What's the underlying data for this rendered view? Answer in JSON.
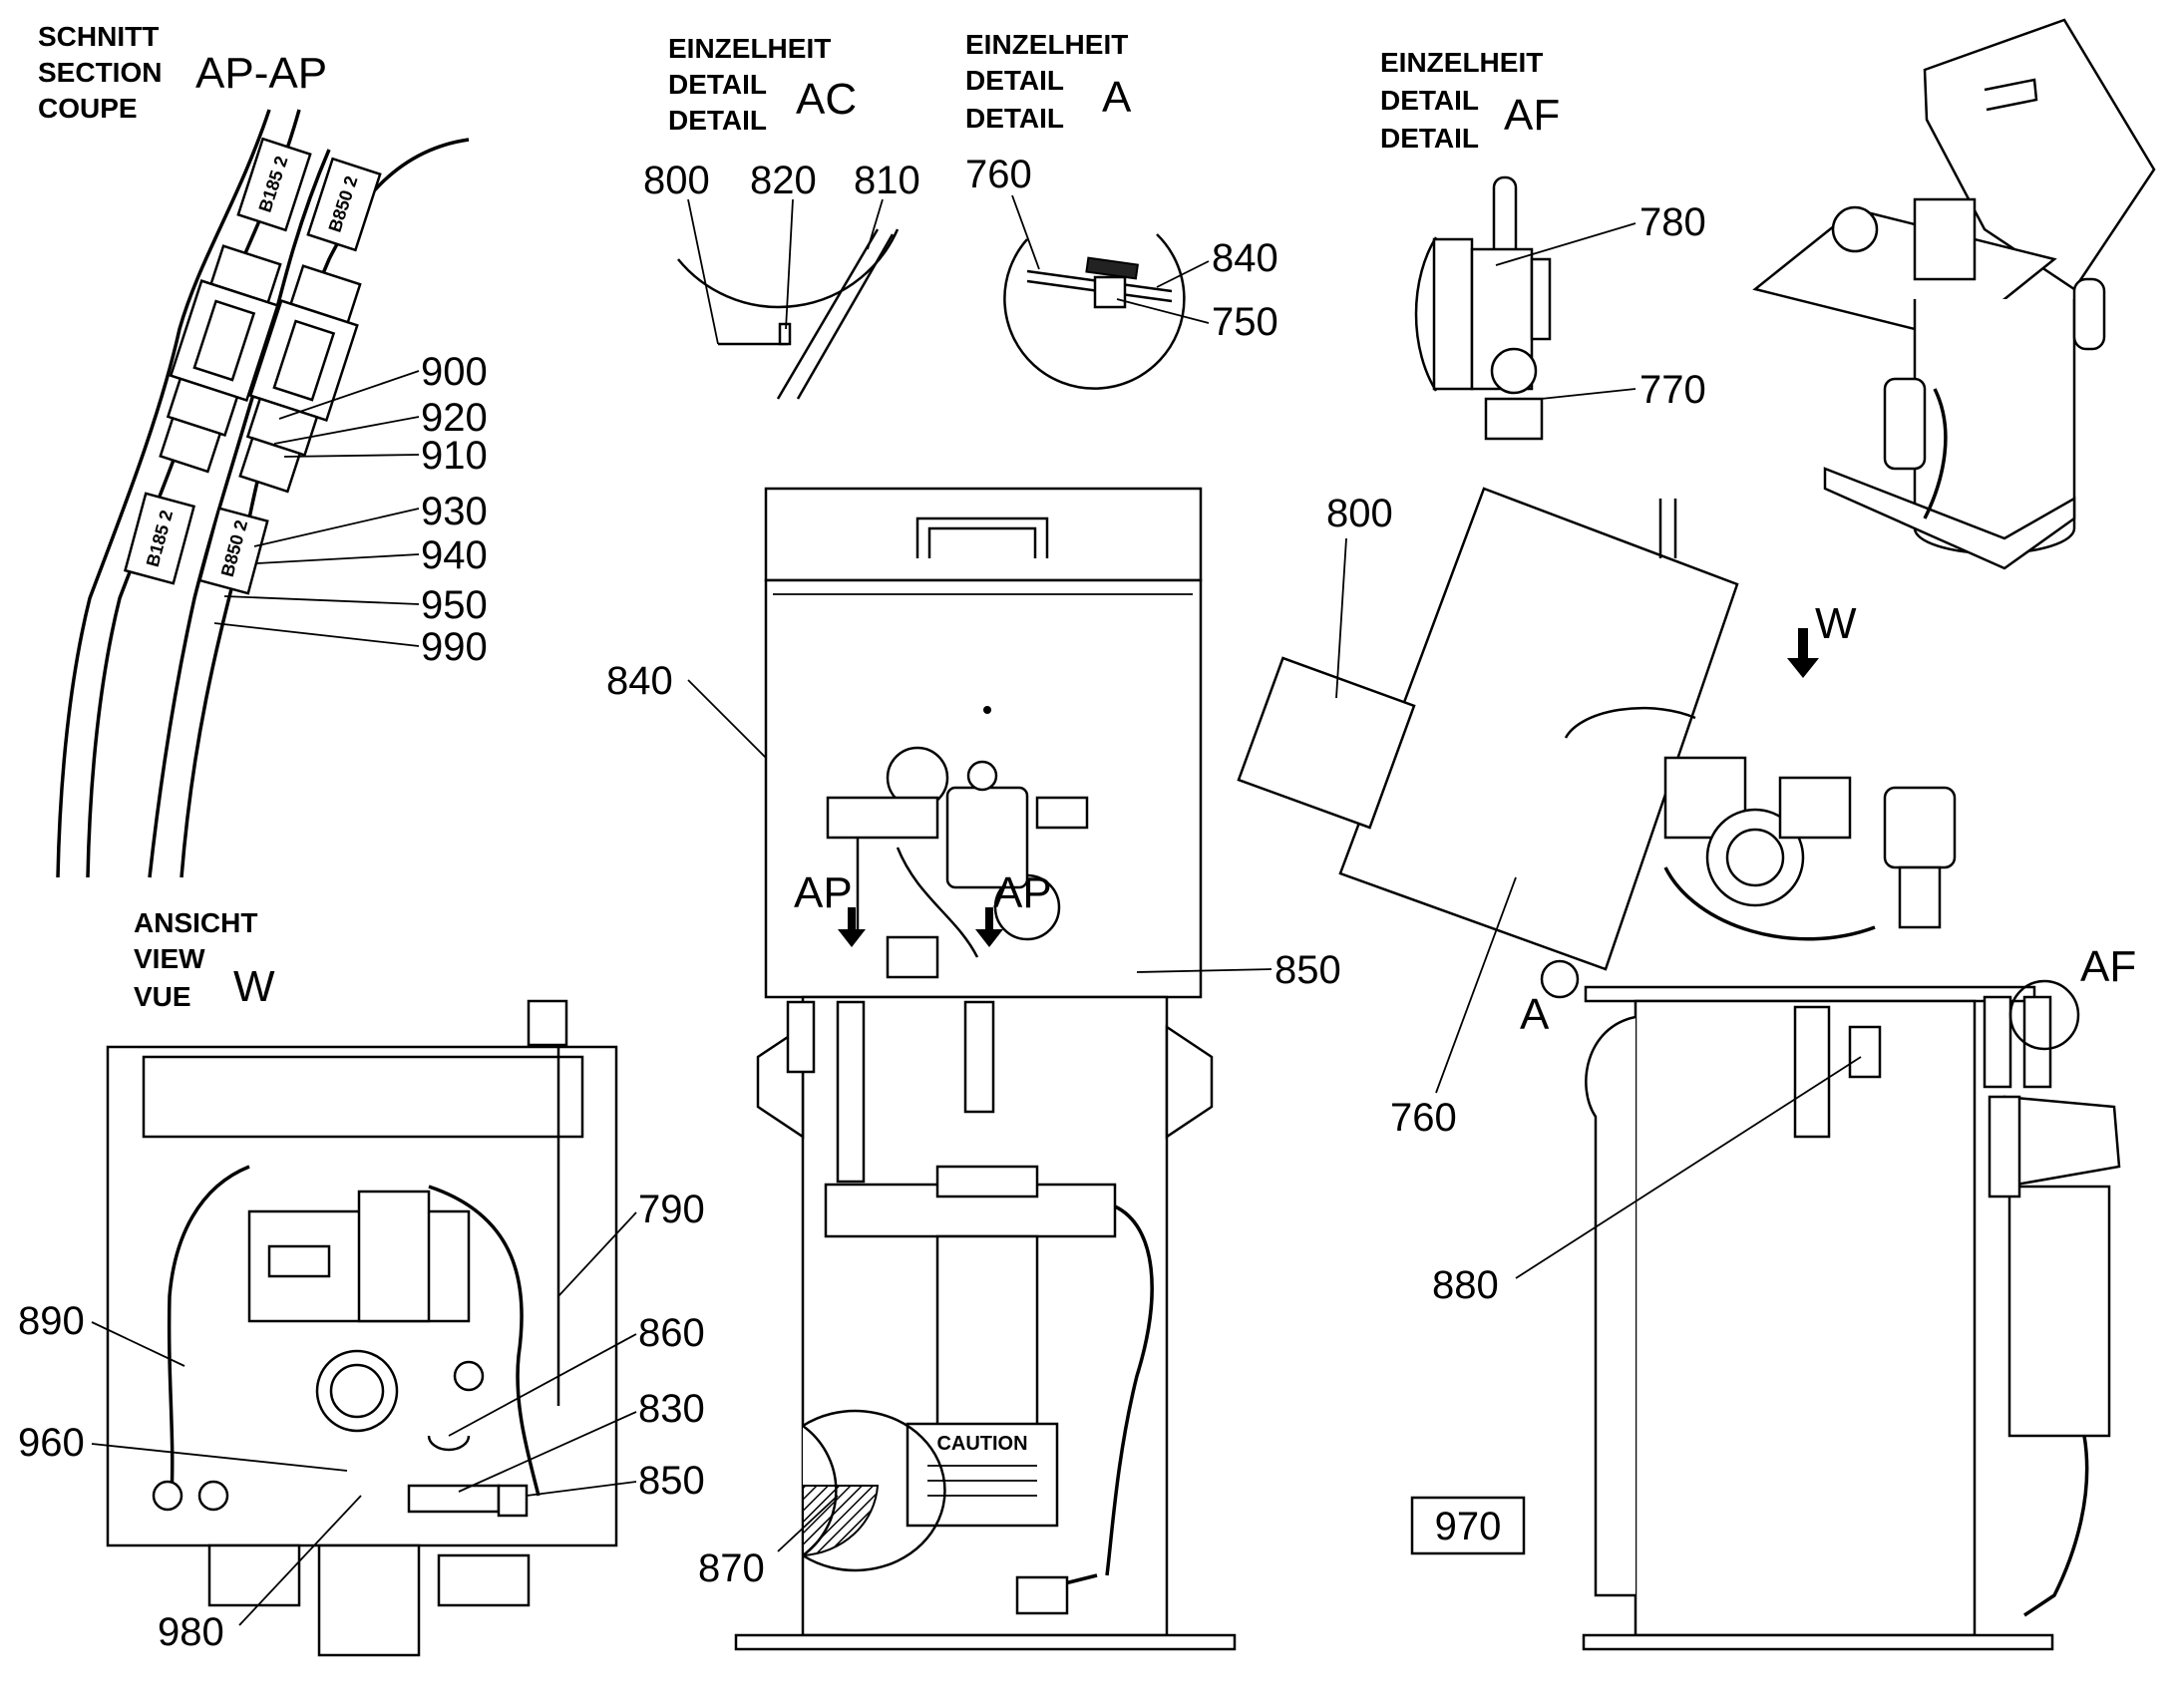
{
  "section_ap": {
    "l1": "SCHNITT",
    "l2": "SECTION",
    "l3": "COUPE",
    "id": "AP-AP"
  },
  "detail_ac": {
    "l1": "EINZELHEIT",
    "l2": "DETAIL",
    "l3": "DETAIL",
    "id": "AC"
  },
  "detail_a": {
    "l1": "EINZELHEIT",
    "l2": "DETAIL",
    "l3": "DETAIL",
    "id": "A"
  },
  "detail_af": {
    "l1": "EINZELHEIT",
    "l2": "DETAIL",
    "l3": "DETAIL",
    "id": "AF"
  },
  "view_w": {
    "l1": "ANSICHT",
    "l2": "VIEW",
    "l3": "VUE",
    "id": "W"
  },
  "tags": {
    "b185": "B185 2",
    "b850": "B850 2"
  },
  "markers": {
    "ap_left": "AP",
    "ap_right": "AP",
    "w": "W",
    "a": "A",
    "af": "AF"
  },
  "caution_text": "CAUTION",
  "callouts": {
    "c900": "900",
    "c920": "920",
    "c910": "910",
    "c930": "930",
    "c940": "940",
    "c950": "950",
    "c990": "990",
    "c800a": "800",
    "c820": "820",
    "c810": "810",
    "c760a": "760",
    "c840a": "840",
    "c750": "750",
    "c780": "780",
    "c770": "770",
    "c840b": "840",
    "c850a": "850",
    "c870": "870",
    "c800b": "800",
    "c760b": "760",
    "c880": "880",
    "c970": "970",
    "c790": "790",
    "c890": "890",
    "c860": "860",
    "c830": "830",
    "c960": "960",
    "c850b": "850",
    "c980": "980"
  }
}
